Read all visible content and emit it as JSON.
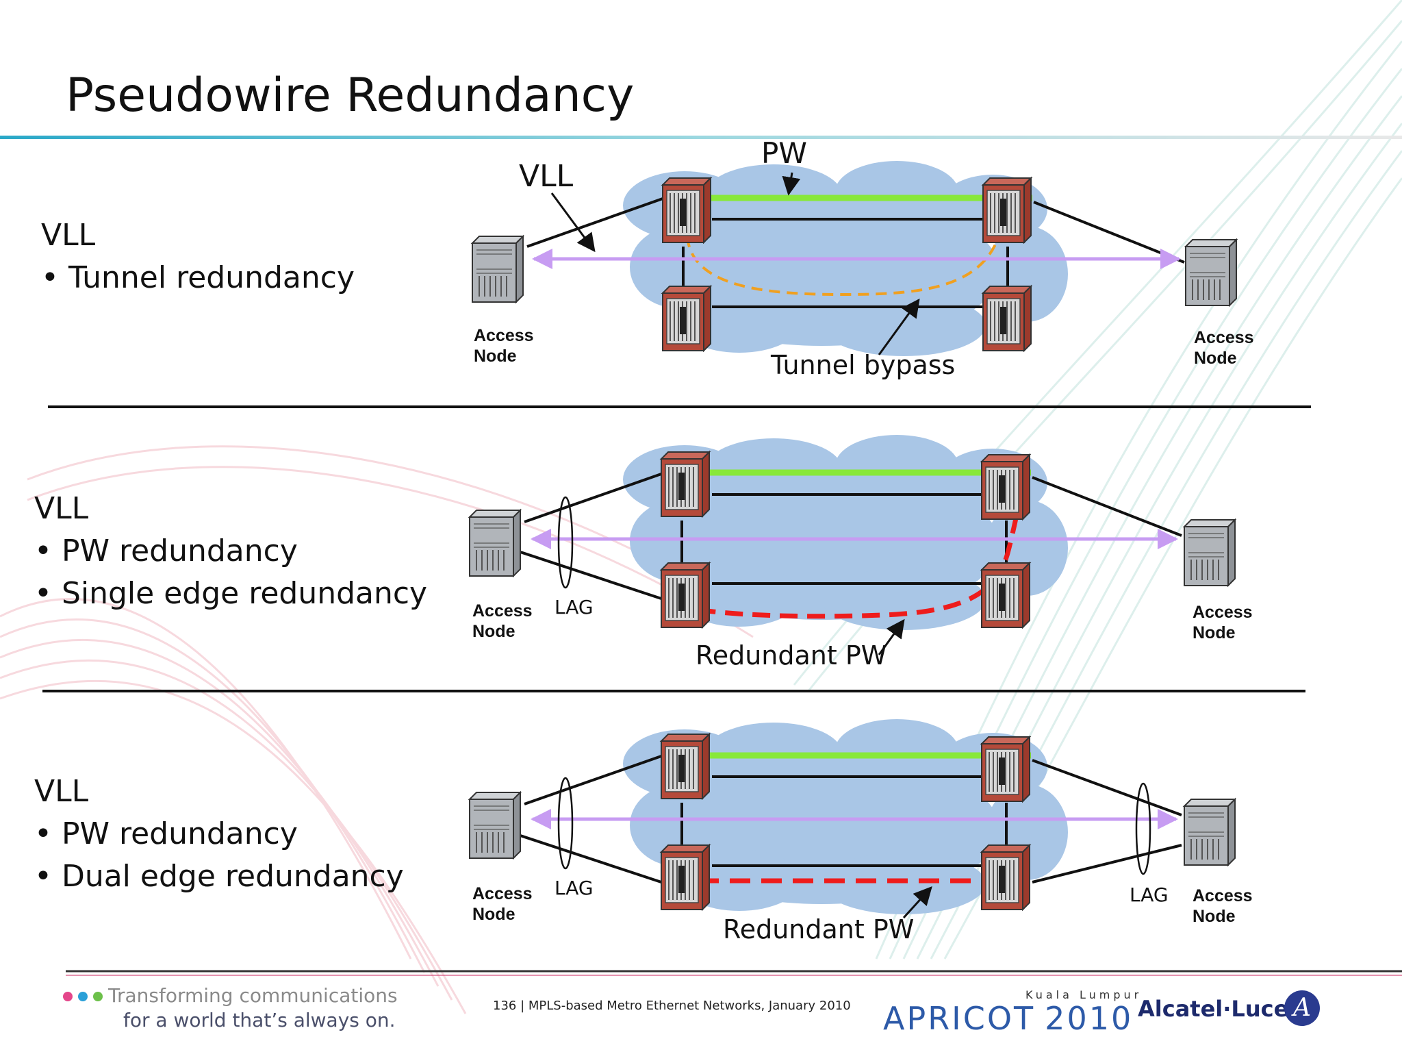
{
  "title": "Pseudowire Redundancy",
  "sections": [
    {
      "heading": "VLL",
      "bullets": [
        "Tunnel redundancy"
      ],
      "labels": {
        "pw": "PW",
        "vll": "VLL",
        "tunnel_bypass": "Tunnel bypass",
        "access_node_left": [
          "Access",
          "Node"
        ],
        "access_node_right": [
          "Access",
          "Node"
        ]
      }
    },
    {
      "heading": "VLL",
      "bullets": [
        "PW redundancy",
        "Single edge redundancy"
      ],
      "labels": {
        "lag_left": "LAG",
        "redundant_pw": "Redundant PW",
        "access_node_left": [
          "Access",
          "Node"
        ],
        "access_node_right": [
          "Access",
          "Node"
        ]
      }
    },
    {
      "heading": "VLL",
      "bullets": [
        "PW redundancy",
        "Dual edge redundancy"
      ],
      "labels": {
        "lag_left": "LAG",
        "lag_right": "LAG",
        "redundant_pw": "Redundant PW",
        "access_node_left": [
          "Access",
          "Node"
        ],
        "access_node_right": [
          "Access",
          "Node"
        ]
      }
    }
  ],
  "colors": {
    "pw_line": "#88e83a",
    "vll_line": "#c79cf2",
    "tunnel_bypass": "#f0a020",
    "redundant_pw": "#ee1c1c",
    "cloud": "#a9c6e6",
    "router": "#b54a3a",
    "access_node": "#a8acb2"
  },
  "footer": {
    "tagline_line1": "Transforming communications",
    "tagline_line2": "for a world that’s always on.",
    "page_number": "136",
    "note": "MPLS-based Metro Ethernet Networks, January 2010",
    "event_city": "Kuala Lumpur",
    "event_name": "APRICOT",
    "event_year": "2010",
    "company": "Alcatel·Lucent"
  },
  "icons": [
    "router-icon",
    "access-node-icon",
    "network-cloud-icon",
    "lag-ellipse-icon",
    "alcatel-lucent-logo-icon"
  ]
}
